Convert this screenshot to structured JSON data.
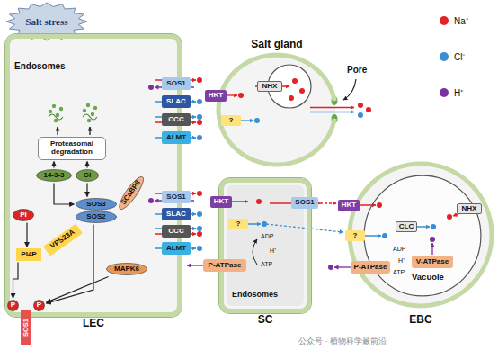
{
  "diagram": {
    "nodes": [
      {
        "text": [
          "Salt stress"
        ]
      },
      {
        "text": [
          "LEC"
        ]
      },
      {
        "text": [
          "Proteasomal degradation"
        ],
        "in": 1
      },
      {
        "text": [
          "14-3-3"
        ],
        "in": 1
      },
      {
        "text": [
          "GI"
        ],
        "in": 1
      },
      {
        "text": [
          "SOS3"
        ],
        "in": 1
      },
      {
        "text": [
          "SOS2"
        ],
        "in": 1
      },
      {
        "text": [
          "SCaBP8"
        ],
        "in": 1
      },
      {
        "text": [
          "PI"
        ],
        "in": 1
      },
      {
        "text": [
          "PI4P"
        ],
        "in": 1
      },
      {
        "text": [
          "VPS23A"
        ],
        "in": 1
      },
      {
        "text": [
          "MAPK6"
        ],
        "in": 1
      },
      {
        "text": [
          "P"
        ],
        "in": 1
      },
      {
        "text": [
          "P"
        ],
        "in": 1
      },
      {
        "text": [
          "SOS1"
        ]
      },
      {
        "text": [
          "SOS1"
        ]
      },
      {
        "text": [
          "SLAC"
        ]
      },
      {
        "text": [
          "CCC"
        ]
      },
      {
        "text": [
          "ALMT"
        ]
      },
      {
        "text": [
          "SOS1"
        ]
      },
      {
        "text": [
          "SLAC"
        ]
      },
      {
        "text": [
          "CCC"
        ]
      },
      {
        "text": [
          "ALMT"
        ]
      },
      {
        "text": [
          "Salt gland"
        ]
      },
      {
        "text": [
          "HKT"
        ]
      },
      {
        "text": [
          "NHX"
        ],
        "in": 23
      },
      {
        "text": [
          "?"
        ],
        "in": 23
      },
      {
        "text": [
          "SC"
        ]
      },
      {
        "text": [
          "HKT"
        ]
      },
      {
        "text": [
          "?"
        ],
        "in": 27
      },
      {
        "text": [
          "SOS1"
        ]
      },
      {
        "text": [
          "P-ATPase"
        ]
      },
      {
        "text": [
          "EBC"
        ]
      },
      {
        "text": [
          "Vacuole"
        ],
        "in": 32
      },
      {
        "text": [
          "HKT"
        ]
      },
      {
        "text": [
          "NHX"
        ],
        "in": 32
      },
      {
        "text": [
          "?"
        ]
      },
      {
        "text": [
          "CLC"
        ],
        "in": 33
      },
      {
        "text": [
          "P-ATPase"
        ]
      },
      {
        "text": [
          "V-ATPase"
        ],
        "in": 33
      }
    ],
    "edges": [
      {
        "from": 3,
        "to": 2,
        "arrow": "to"
      },
      {
        "from": 4,
        "to": 2,
        "arrow": "to"
      },
      {
        "from": 3,
        "to": 5,
        "arrow": "to"
      },
      {
        "from": 4,
        "to": 5,
        "arrow": "to"
      },
      {
        "from": 8,
        "to": 9,
        "arrow": "to"
      },
      {
        "from": 9,
        "to": 12,
        "arrow": "to"
      },
      {
        "from": 6,
        "to": 13,
        "arrow": "to"
      },
      {
        "from": 11,
        "to": 13,
        "arrow": "to"
      }
    ],
    "labels": [
      "Endosomes",
      "Pore",
      "ADP",
      "H⁺",
      "ATP",
      "Endosomes",
      "ADP",
      "H⁺",
      "ATP",
      "公众号 · 植物科学最前沿"
    ],
    "legend": [
      {
        "text": "Na⁺",
        "color": "#e32228"
      },
      {
        "text": "Cl⁻",
        "color": "#3b8ed3"
      },
      {
        "text": "H⁺",
        "color": "#7d2f9e"
      }
    ]
  }
}
